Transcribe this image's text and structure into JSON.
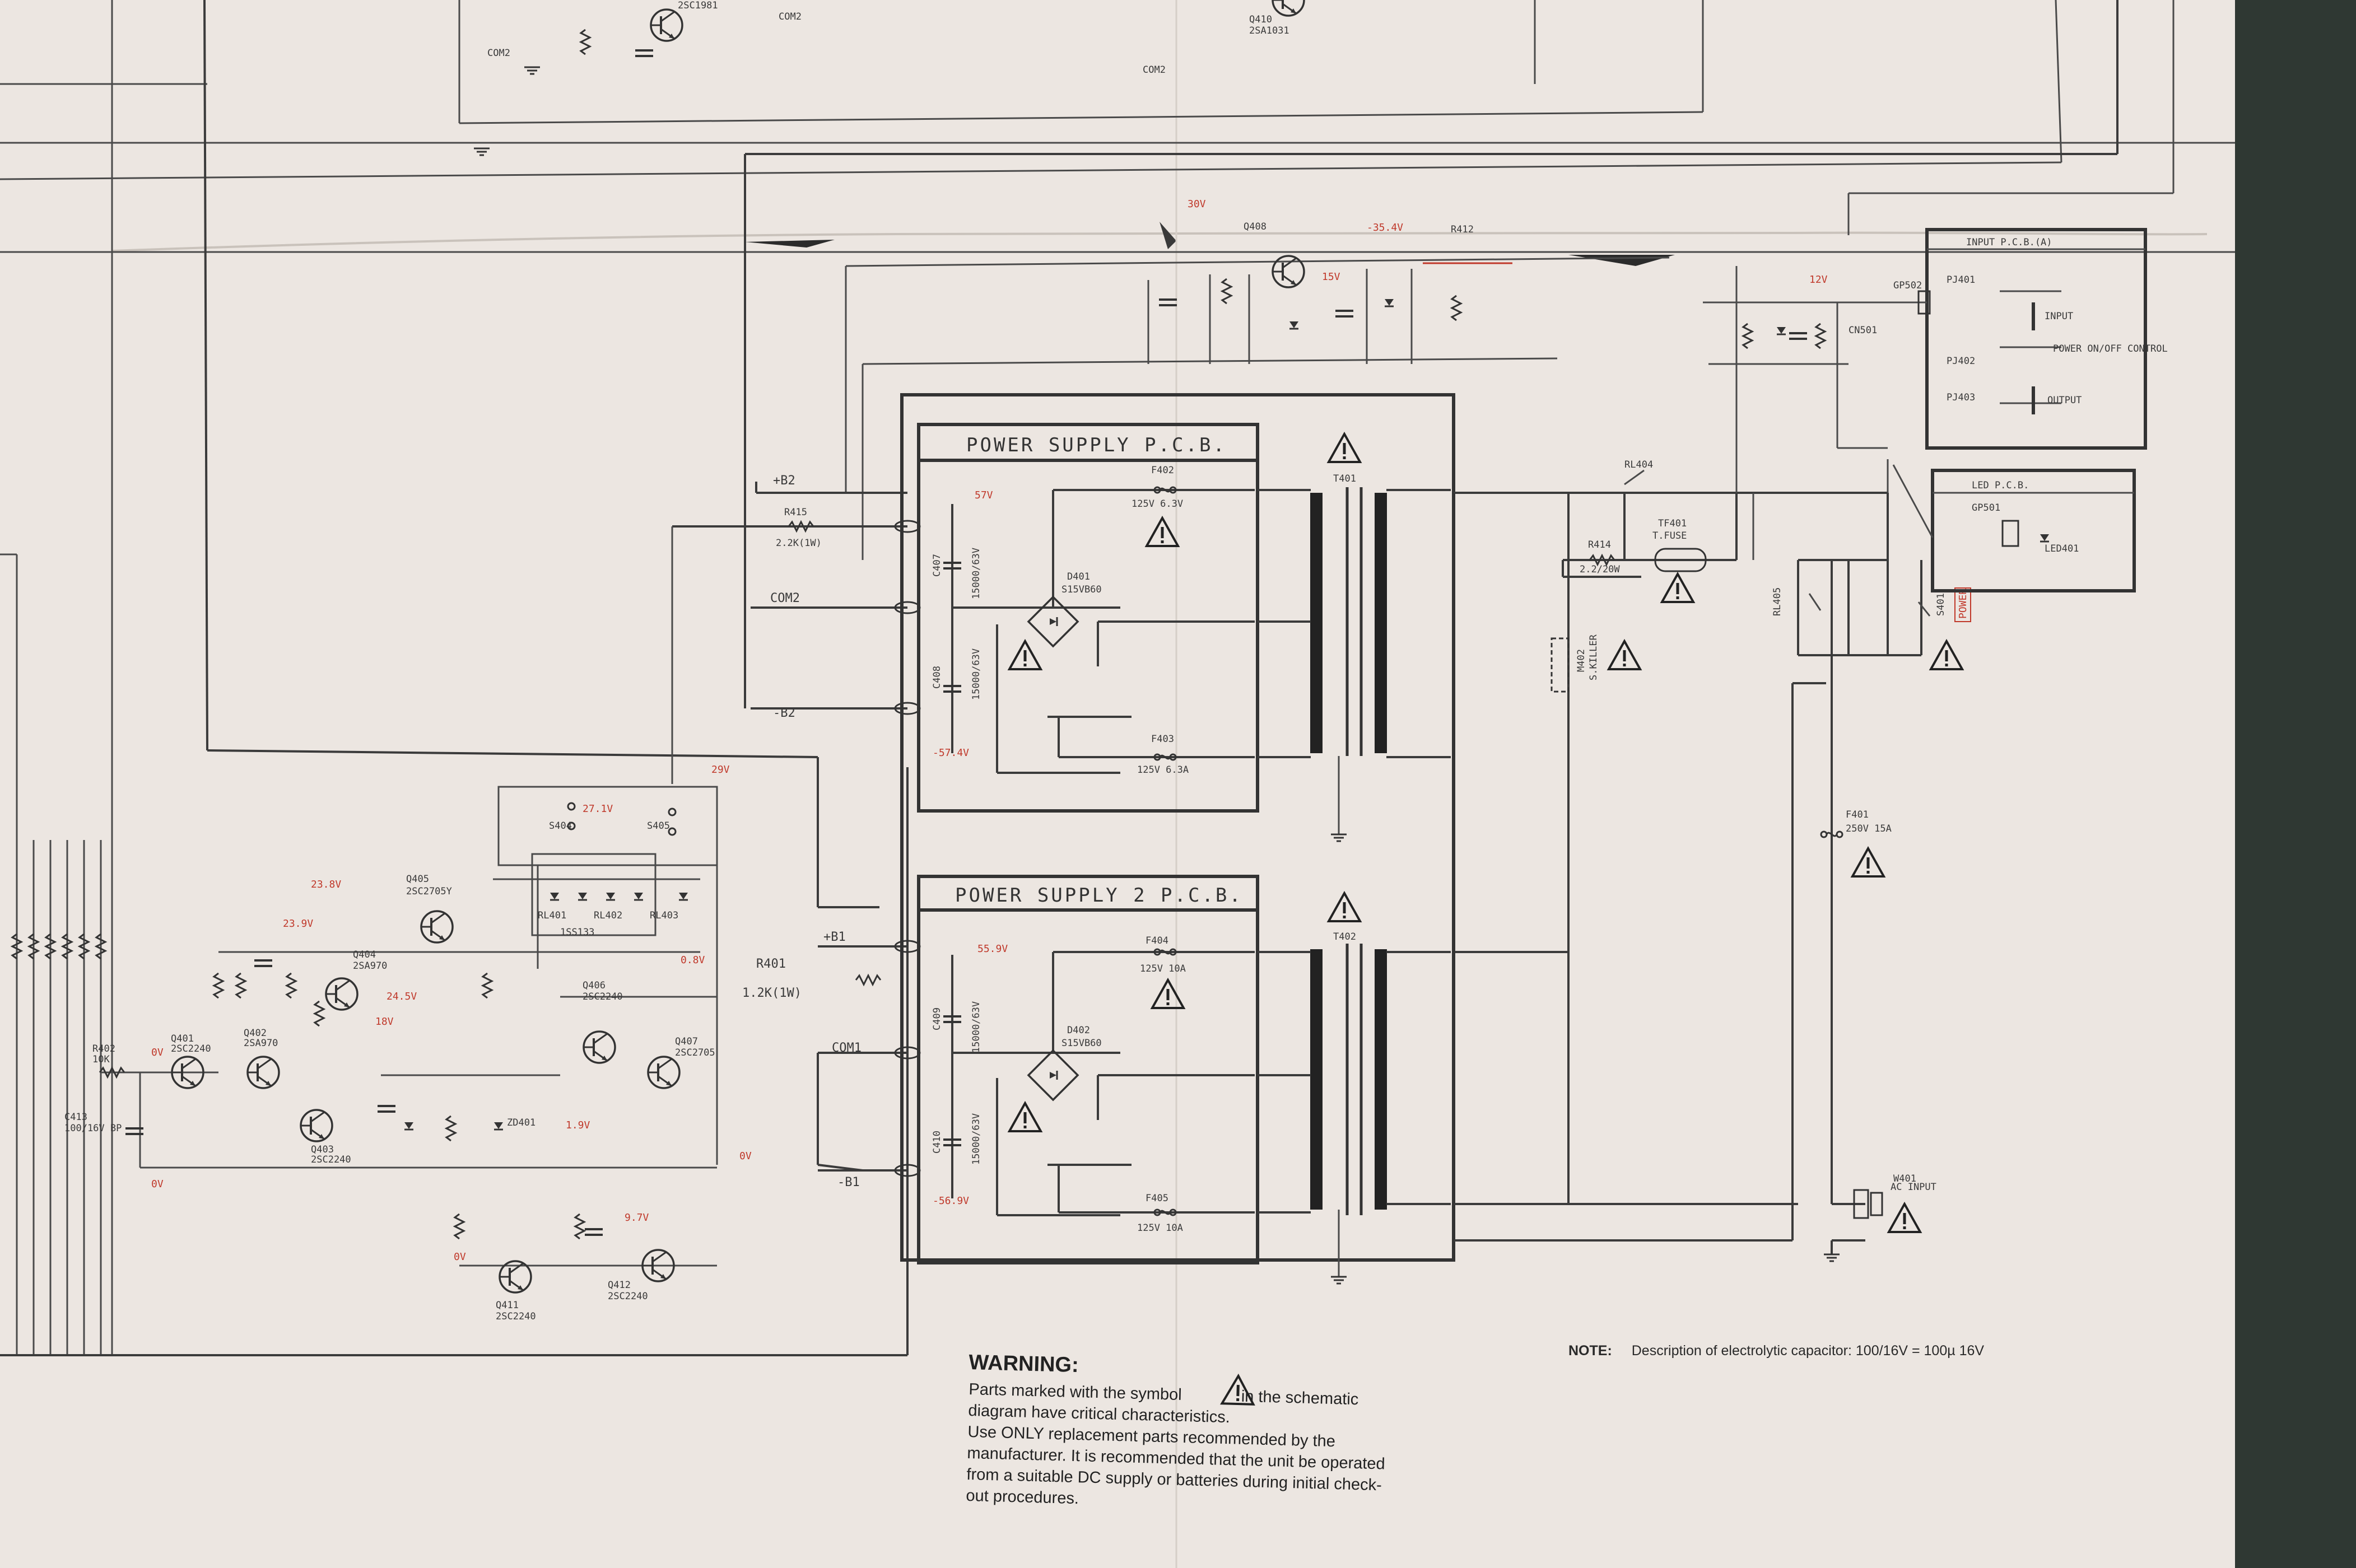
{
  "blocks": {
    "psu1_title": "POWER SUPPLY P.C.B.",
    "psu2_title": "POWER SUPPLY 2 P.C.B.",
    "input_title": "INPUT P.C.B.(A)",
    "led_title": "LED P.C.B."
  },
  "rails": {
    "plus_b2": "+B2",
    "com2": "COM2",
    "minus_b2": "-B2",
    "plus_b1": "+B1",
    "com1": "COM1",
    "minus_b1": "-B1"
  },
  "parts": {
    "r415": "R415",
    "r415_val": "2.2K(1W)",
    "r401": "R401",
    "r401_val": "1.2K(1W)",
    "f402": "F402",
    "f402_val": "125V 6.3V",
    "f403": "F403",
    "f403_val": "125V 6.3A",
    "f404": "F404",
    "f404_val": "125V 10A",
    "f405": "F405",
    "f405_val": "125V 10A",
    "d401": "D401",
    "d401_val": "S15VB60",
    "d402": "D402",
    "d402_val": "S15VB60",
    "c407": "C407",
    "c408": "C408",
    "c409": "C409",
    "c410": "C410",
    "cap_val": "15000/63V",
    "t401": "T401",
    "t402": "T402",
    "rl404": "RL404",
    "rl405": "RL405",
    "r414": "R414",
    "r414_val": "2.2/20W",
    "tf401": "TF401",
    "tf401_val": "T.FUSE",
    "f401": "F401",
    "f401_val": "250V 15A",
    "s401": "S401",
    "power": "POWER",
    "ac_input": "AC INPUT",
    "w401": "W401",
    "m402": "M402",
    "m402_val": "S.KILLER",
    "gp501": "GP501",
    "gp502": "GP502",
    "led401": "LED401",
    "q401": "Q401",
    "q401_val": "2SC2240",
    "q402": "Q402",
    "q402_val": "2SA970",
    "q403": "Q403",
    "q403_val": "2SC2240",
    "q404": "Q404",
    "q404_val": "2SA970",
    "q405": "Q405",
    "q405_val": "2SC2705Y",
    "q406": "Q406",
    "q406_val": "2SC2240",
    "q407": "Q407",
    "q407_val": "2SC2705",
    "q411": "Q411",
    "q411_val": "2SC2240",
    "q412": "Q412",
    "q412_val": "2SC2240",
    "q408": "Q408",
    "q410": "Q410",
    "q410_val": "2SA1031",
    "q401_top": "2SC1981",
    "r402": "R402",
    "r402_val": "10K",
    "s404": "S404",
    "s405": "S405",
    "zd401": "ZD401",
    "rl401": "RL401",
    "rl402": "RL402",
    "rl403": "RL403",
    "d_1ss133": "1SS133",
    "c413": "C413",
    "c413_val": "100/16V BP",
    "r412": "R412",
    "input_jack": "INPUT",
    "output_jack": "OUTPUT",
    "power_on_off": "POWER ON/OFF CONTROL",
    "pj401": "PJ401",
    "pj402": "PJ402",
    "pj403": "PJ403",
    "cn501": "CN501"
  },
  "voltages": {
    "v57": "57V",
    "vm574": "-57.4V",
    "v559": "55.9V",
    "vm569": "-56.9V",
    "v29": "29V",
    "v271": "27.1V",
    "v238": "23.8V",
    "v23": "23.9V",
    "v245": "24.5V",
    "v18": "18V",
    "v08": "0.8V",
    "v19": "1.9V",
    "v0": "0V",
    "v9": "9.7V",
    "v30": "30V",
    "v156": "15V",
    "v12": "12V",
    "vm364": "-35.4V"
  },
  "warning": {
    "title": "WARNING:",
    "line1a": "Parts marked with the symbol",
    "line1b": "in the schematic diagram have critical characteristics.",
    "line2": "Use ONLY replacement parts recommended by the manufacturer. It is recommended that the unit be operated from a suitable DC supply or batteries during initial check-out procedures."
  },
  "note": {
    "label": "NOTE:",
    "text": "Description of electrolytic capacitor: 100/16V = 100µ 16V"
  }
}
